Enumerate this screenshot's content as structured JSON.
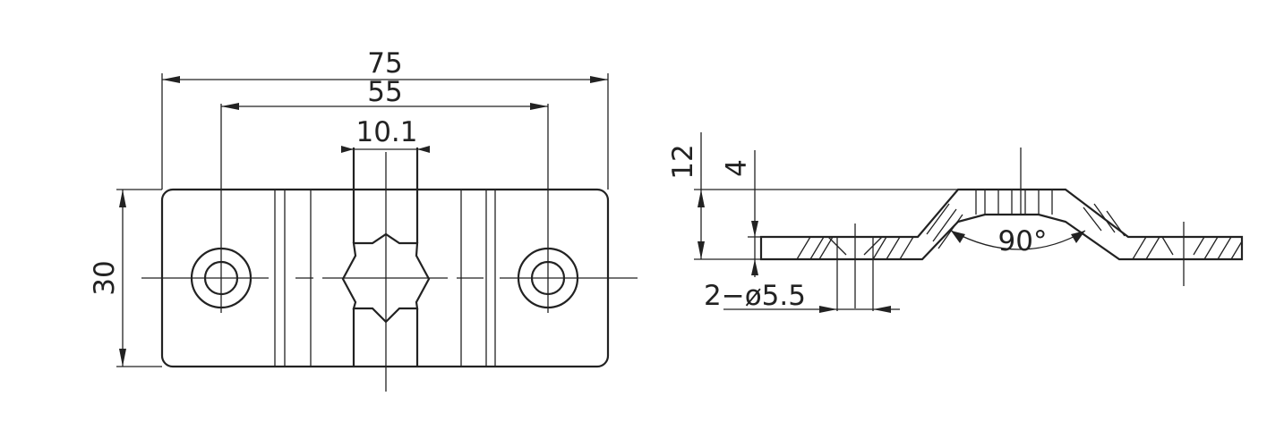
{
  "top_view": {
    "dim_overall_length": "75",
    "dim_hole_spacing": "55",
    "dim_slot_width": "10.1",
    "dim_height": "30"
  },
  "side_view": {
    "dim_total_height": "12",
    "dim_thickness": "4",
    "dim_bend_angle": "90°",
    "dim_holes": "2−ø5.5"
  },
  "colors": {
    "line": "#222222",
    "background": "#ffffff"
  }
}
